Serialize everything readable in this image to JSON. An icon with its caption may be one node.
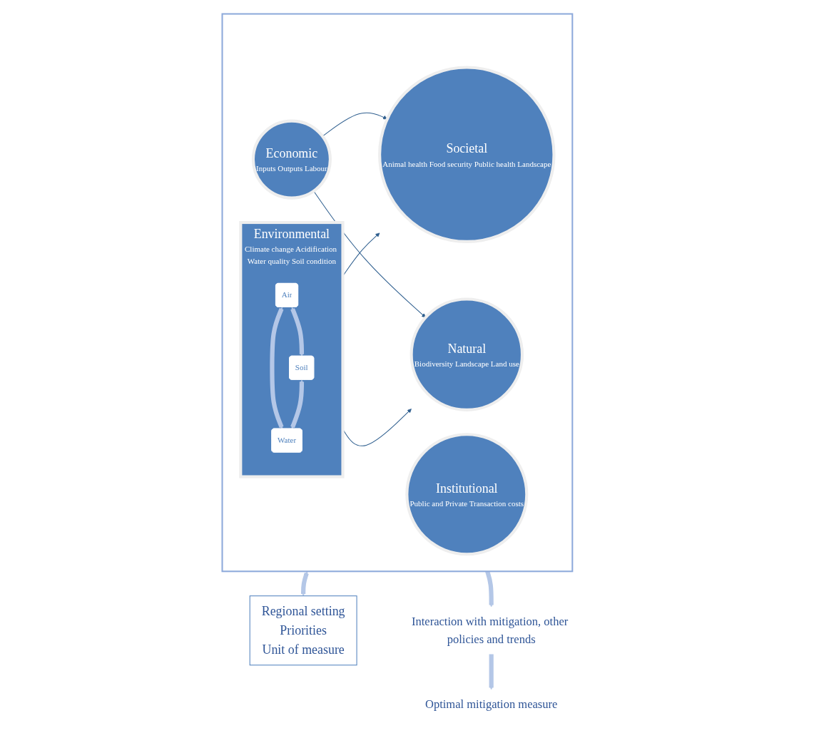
{
  "diagram": {
    "nodes": [
      {
        "text": [],
        "shape": "funnel"
      },
      {
        "text": [
          "Environmental",
          "Climate change Acidification Water quality Soil condition"
        ],
        "in": 0
      },
      {
        "text": [
          "Air"
        ],
        "in": 1
      },
      {
        "text": [
          "Soil"
        ],
        "in": 1
      },
      {
        "text": [
          "Water"
        ],
        "in": 1
      },
      {
        "text": [
          "Economic",
          "Inputs Outputs Labour"
        ],
        "in": 0
      },
      {
        "text": [
          "Societal",
          "Animal health Food security Public health Landscape"
        ],
        "in": 0
      },
      {
        "text": [
          "Natural",
          "Biodiversity Landscape Land use"
        ],
        "in": 0
      },
      {
        "text": [
          "Institutional",
          "Public and Private Transaction costs"
        ],
        "in": 0
      },
      {
        "text": [
          "Regional setting",
          "Priorities",
          "Unit of measure"
        ]
      },
      {
        "text": [
          "Interaction with mitigation, other policies and trends"
        ]
      },
      {
        "text": [
          "Optimal mitigation measure"
        ]
      }
    ],
    "edges": [
      {
        "from": 2,
        "to": 3,
        "arrow": "both"
      },
      {
        "from": 2,
        "to": 4,
        "arrow": "both"
      },
      {
        "from": 3,
        "to": 4,
        "arrow": "both"
      },
      {
        "from": 5,
        "to": 6,
        "arrow": "to",
        "color": "#2f5f8f"
      },
      {
        "from": 5,
        "to": 7,
        "arrow": "to",
        "color": "#2f5f8f"
      },
      {
        "from": 1,
        "to": 7,
        "arrow": "to",
        "color": "#2f5f8f"
      },
      {
        "from": 1,
        "to": 6,
        "arrow": "to",
        "color": "#2f5f8f"
      },
      {
        "from": 0,
        "to": 9,
        "arrow": "both"
      },
      {
        "from": 0,
        "to": 10,
        "arrow": "to"
      },
      {
        "from": 10,
        "to": 11,
        "arrow": "to"
      }
    ]
  }
}
